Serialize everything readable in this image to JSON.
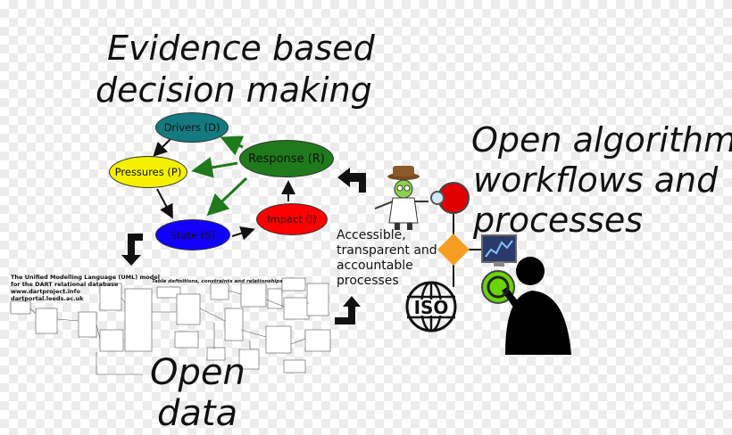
{
  "titles": {
    "evidence_line1": "Evidence based",
    "evidence_line2": "decision making",
    "algorithm_line1": "Open algorithm",
    "algorithm_line2": "workflows and",
    "algorithm_line3": "processes",
    "data_line1": "Open",
    "data_line2": "data"
  },
  "dpsir": {
    "drivers": "Drivers (D)",
    "pressures": "Pressures (P)",
    "response": "Response (R)",
    "state": "State (S)",
    "impact": "Impact (I)"
  },
  "note": "Accessible, transparent and accountable processes",
  "uml": {
    "heading_line1": "The Unified Modelling Language (UML) model",
    "heading_line2": "for the DART relational database",
    "heading_line3": "www.dartproject.info",
    "heading_line4": "dartportal.leeds.ac.uk",
    "subheading": "Table definitions, constraints and relationships"
  },
  "iso_label": "ISO",
  "colors": {
    "drivers": "#137a80",
    "pressures": "#f4f000",
    "response": "#1e7a1a",
    "state": "#1200ff",
    "impact": "#ff0000",
    "arrow_green": "#1e7a1a"
  }
}
